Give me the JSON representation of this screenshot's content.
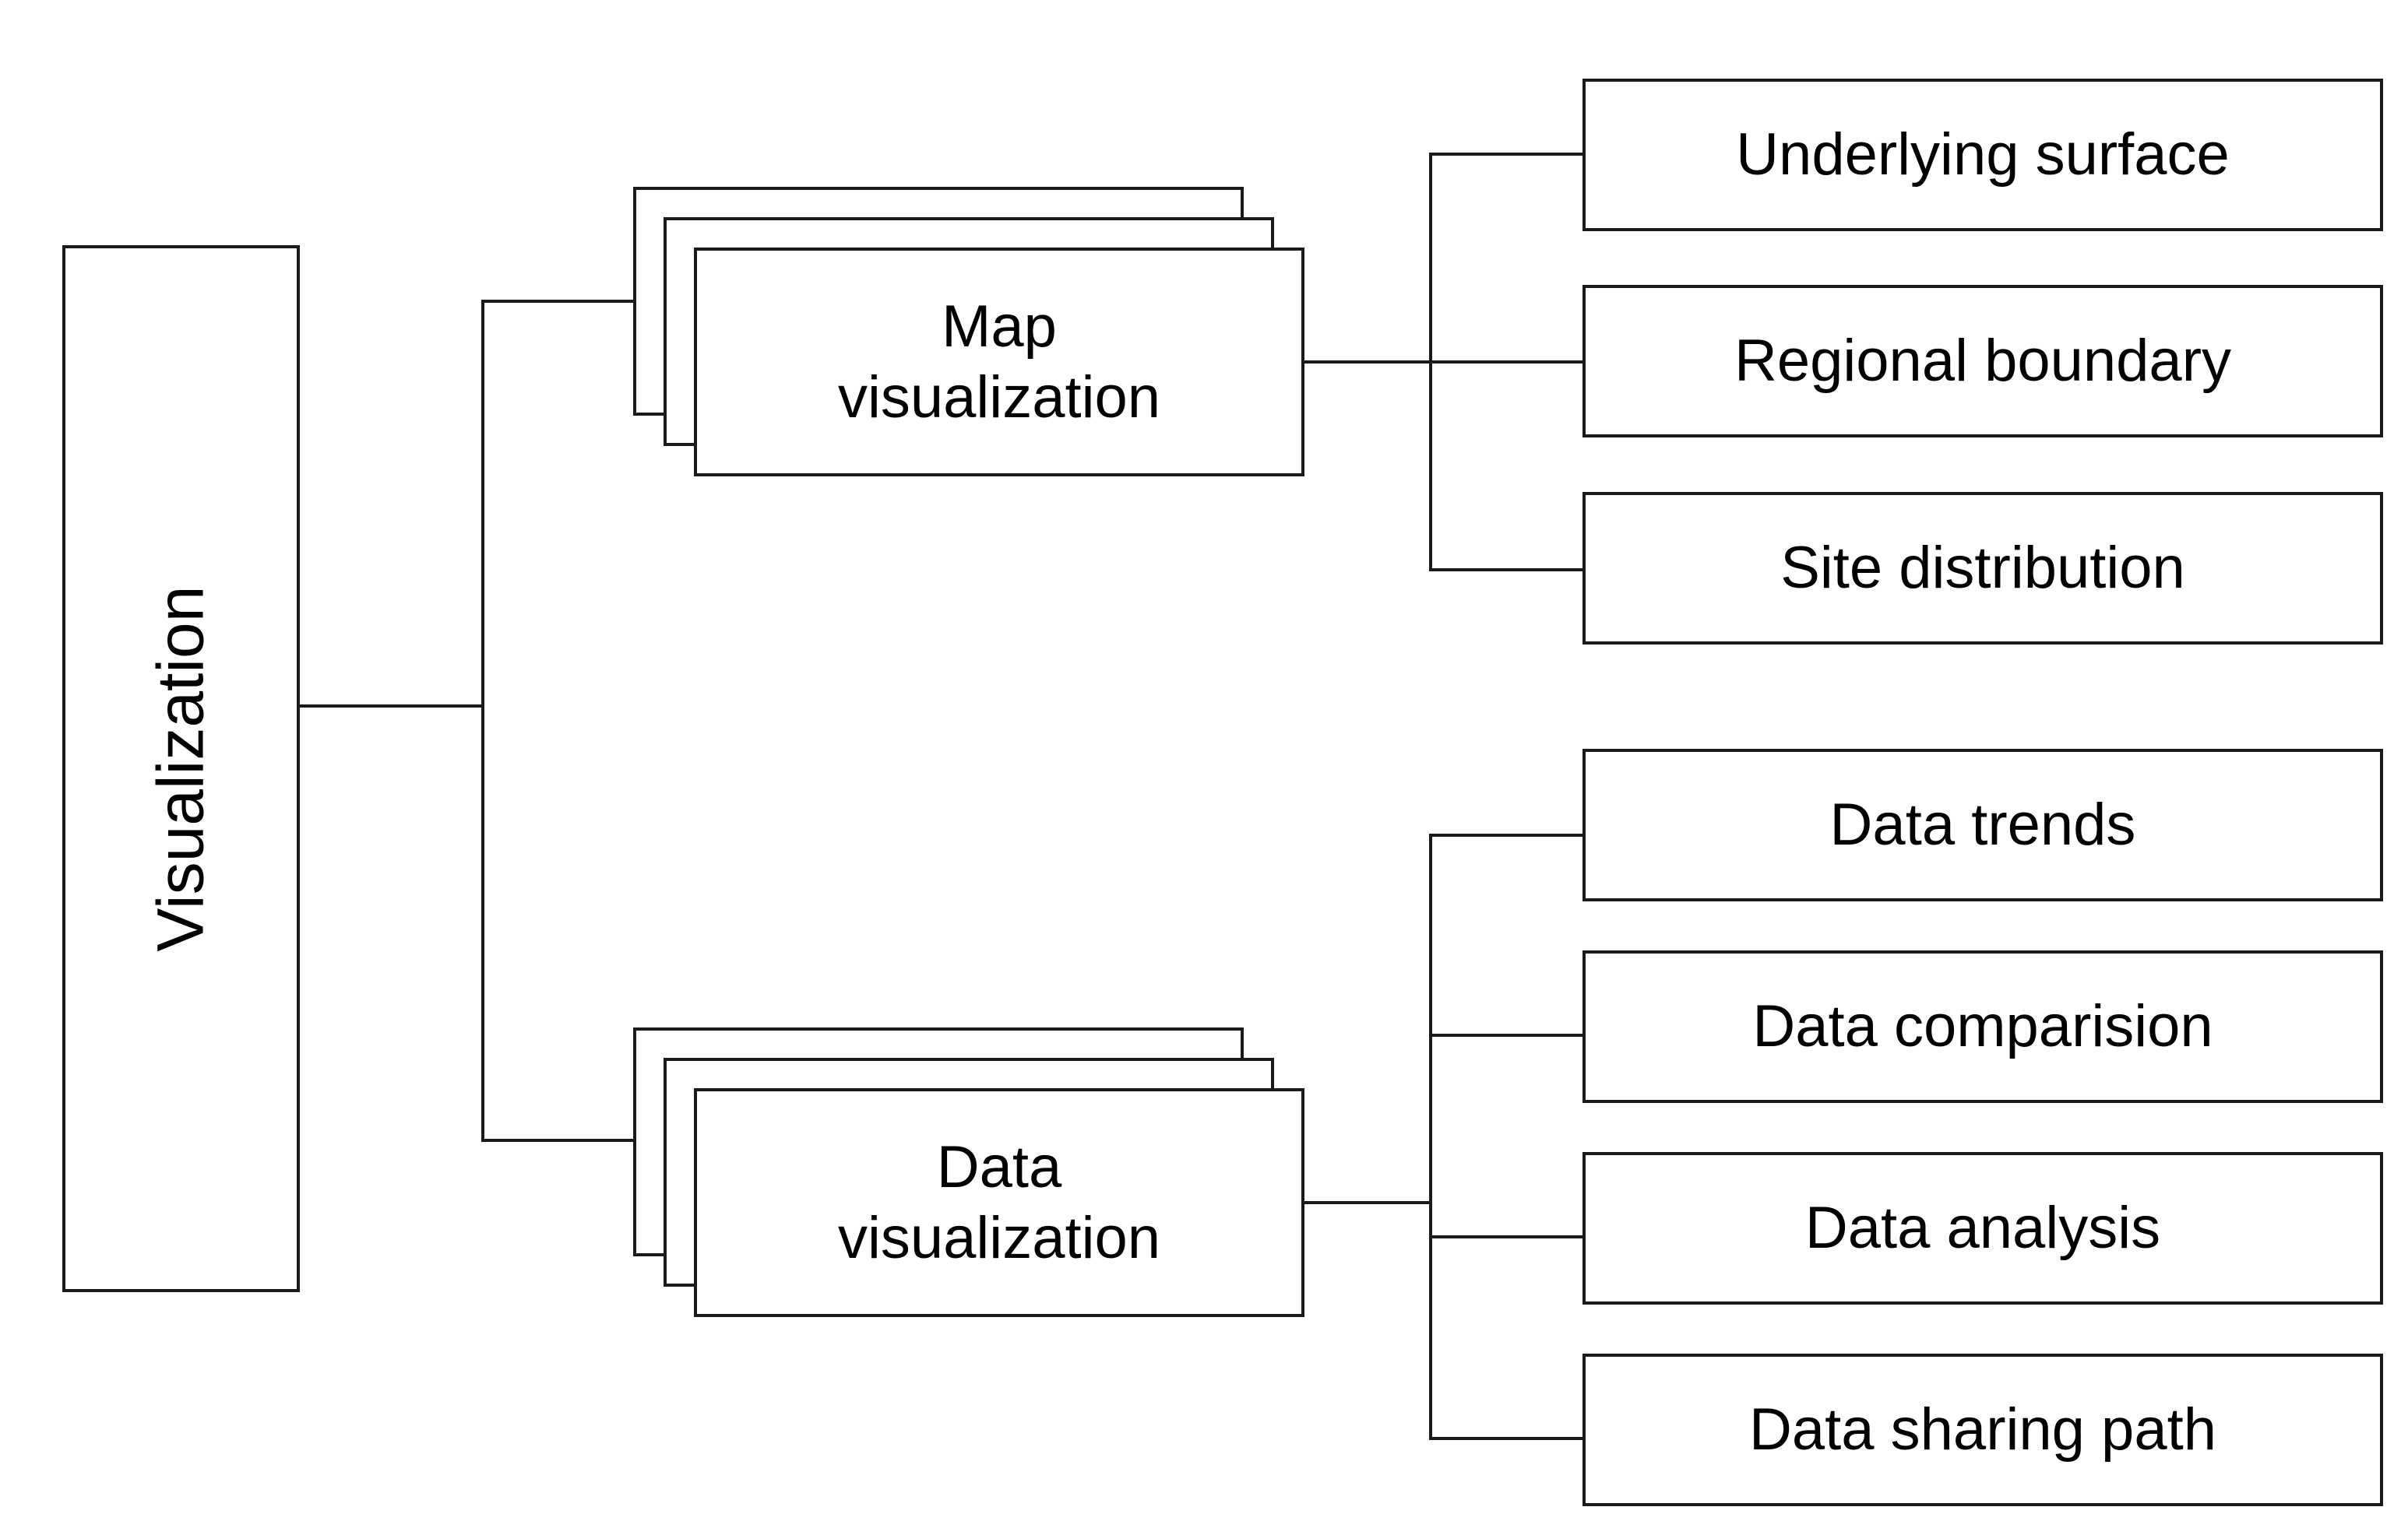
{
  "diagram": {
    "type": "tree",
    "title": "Visualization",
    "root": {
      "label": "Visualization",
      "orientation": "vertical-text"
    },
    "branches": [
      {
        "label": "Map\nvisualization",
        "stacked": true,
        "stack_count": 3,
        "children": [
          {
            "label": "Underlying surface"
          },
          {
            "label": "Regional boundary"
          },
          {
            "label": "Site distribution"
          }
        ]
      },
      {
        "label": "Data\nvisualization",
        "stacked": true,
        "stack_count": 3,
        "children": [
          {
            "label": "Data trends"
          },
          {
            "label": "Data comparision"
          },
          {
            "label": "Data analysis"
          },
          {
            "label": "Data sharing path"
          }
        ]
      }
    ]
  },
  "style": {
    "stroke": "#1a1a1a",
    "fill": "#ffffff",
    "text": "#000000",
    "background": "#ffffff"
  }
}
